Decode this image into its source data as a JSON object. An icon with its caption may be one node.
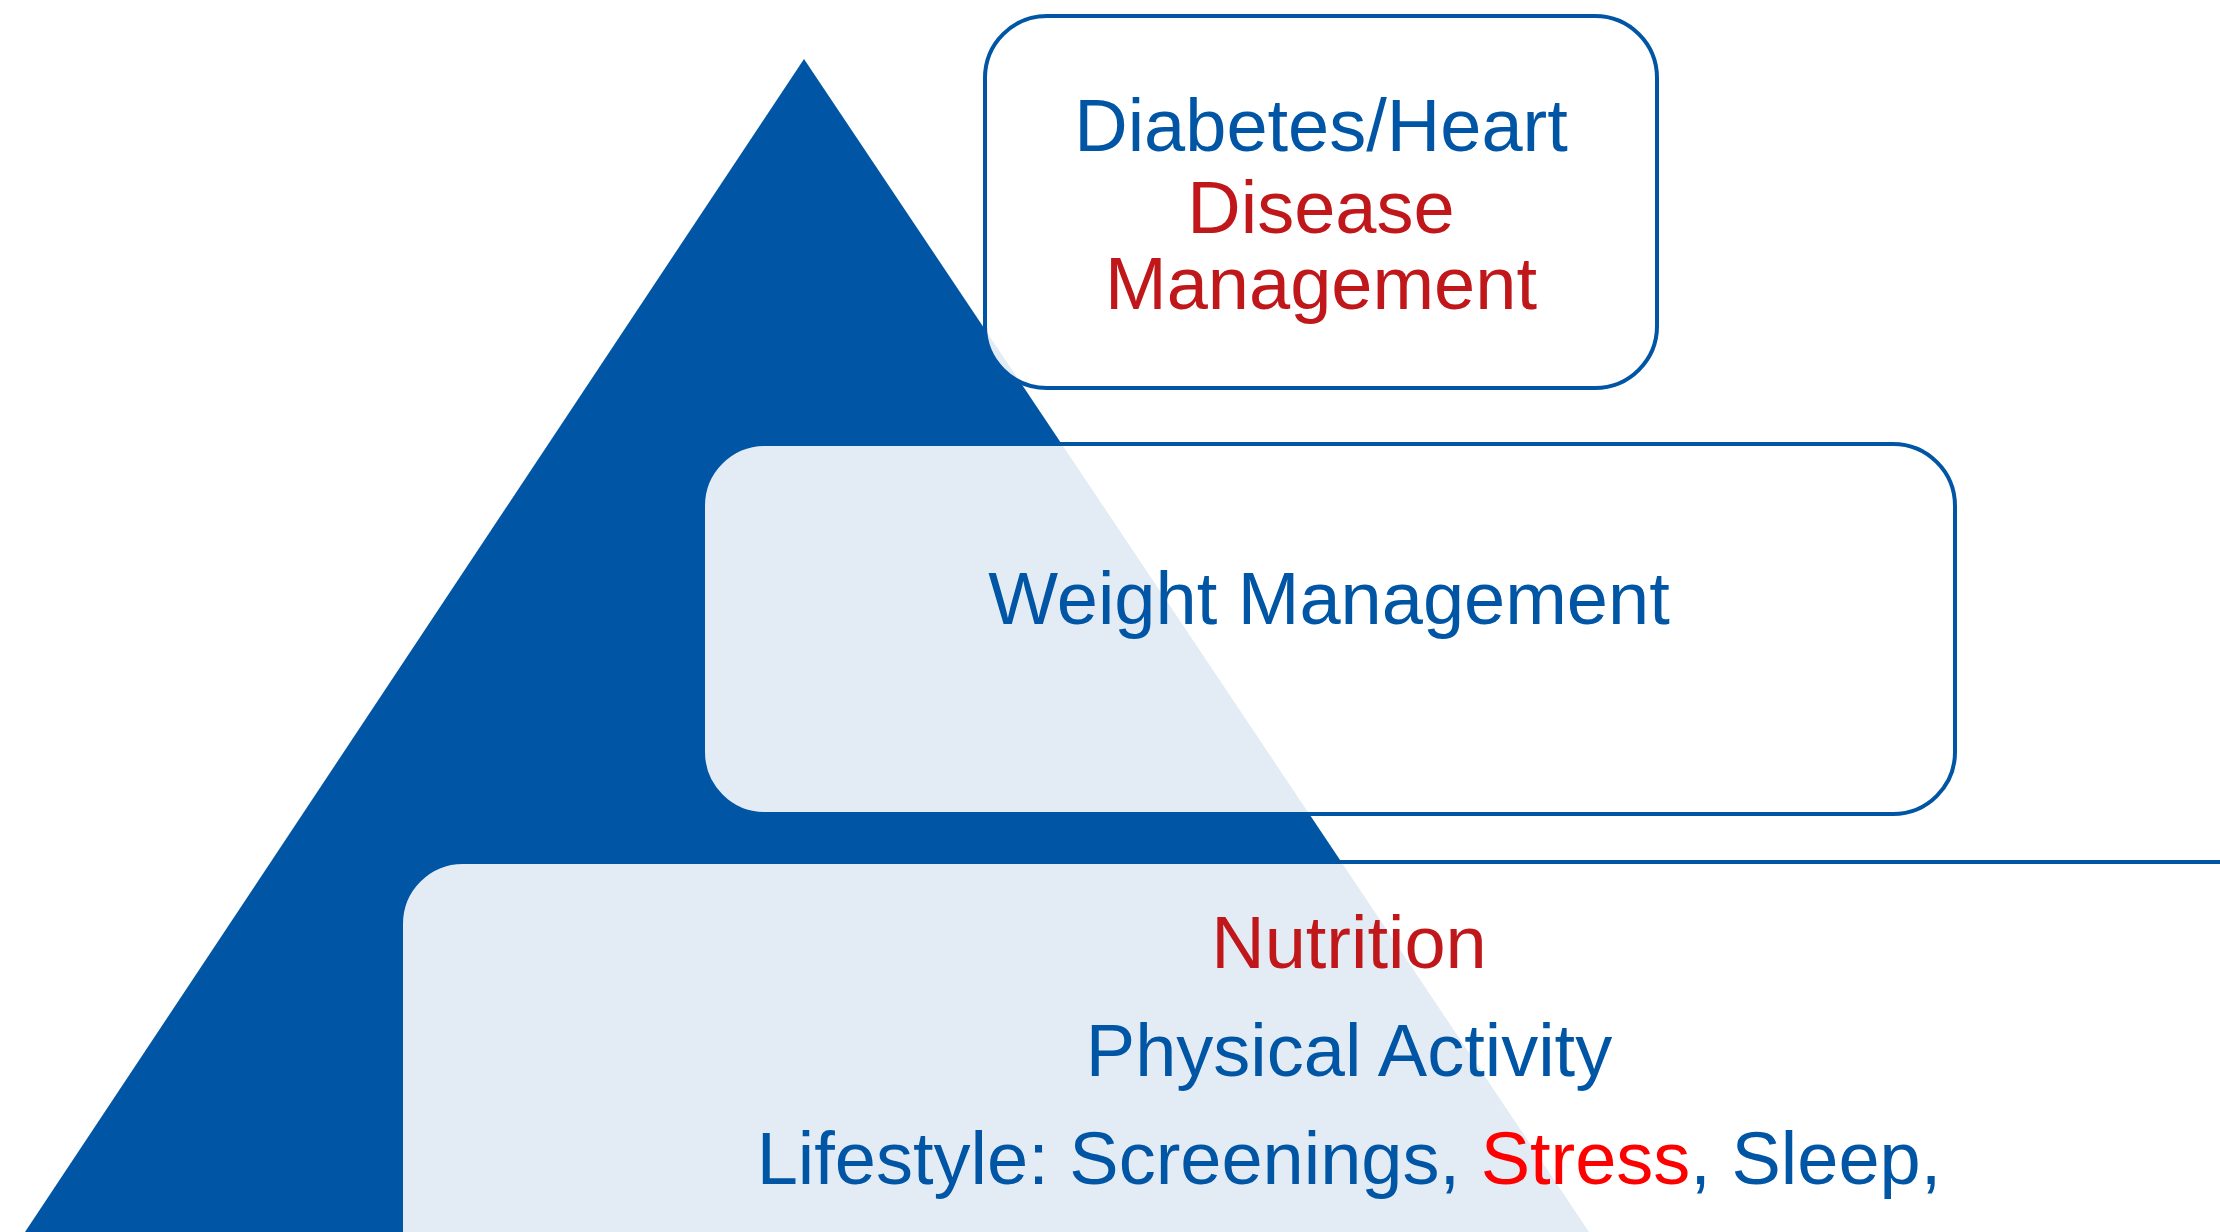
{
  "diagram": {
    "nodes": [
      {
        "text": [
          "Diabetes/Heart",
          "Disease Management"
        ]
      },
      {
        "text": [
          "Weight Management"
        ]
      },
      {
        "text": [
          "Nutrition",
          "Physical Activity",
          "Lifestyle: Screenings, *Stress*, Sleep,"
        ]
      }
    ]
  }
}
